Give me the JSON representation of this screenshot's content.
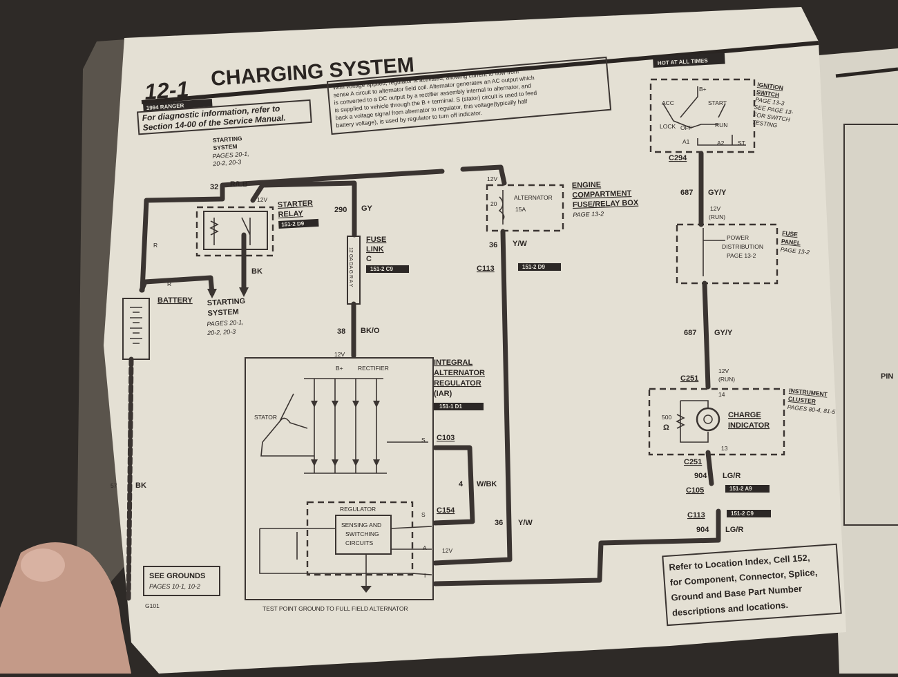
{
  "page": {
    "section_number": "12-1",
    "title": "CHARGING SYSTEM",
    "model_tag": "1994 RANGER",
    "diag_note": [
      "For diagnostic information, refer to",
      "Section 14-00 of the Service Manual."
    ],
    "description": [
      "With voltage applied, regulator is activated, allowing current to flow from",
      "sense A circuit to alternator field coil. Alternator generates an AC output which",
      "is converted to a DC output by a rectifier assembly internal to alternator, and",
      "is supplied to vehicle through the B + terminal. S (stator) circuit is used to feed",
      "back a voltage signal from alternator to regulator, this voltage(typically half",
      "battery voltage), is used by regulator to turn off indicator."
    ],
    "hot_at_all_times": "HOT AT ALL TIMES"
  },
  "components": {
    "starting_system_top": {
      "label": [
        "STARTING",
        "SYSTEM"
      ],
      "pages": [
        "PAGES 20-1,",
        "20-2, 20-3"
      ]
    },
    "starter_relay": {
      "label": [
        "STARTER",
        "RELAY"
      ],
      "tag": "151-2 D9"
    },
    "battery": {
      "label": "BATTERY"
    },
    "starting_system_bottom": {
      "label": [
        "STARTING",
        "SYSTEM"
      ],
      "pages": [
        "PAGES 20-1,",
        "20-2, 20-3"
      ]
    },
    "fuse_link": {
      "label": [
        "FUSE",
        "LINK",
        "C"
      ],
      "tag": "151-2 C9",
      "body_text": "12 GA DA G R A Y"
    },
    "alternator_fuse": {
      "num": "20",
      "name": "ALTERNATOR",
      "rating": "15A",
      "volt": "12V"
    },
    "engine_box": {
      "label": [
        "ENGINE",
        "COMPARTMENT",
        "FUSE/RELAY BOX"
      ],
      "page": "PAGE 13-2"
    },
    "iar": {
      "label": [
        "INTEGRAL",
        "ALTERNATOR",
        "REGULATOR",
        "(IAR)"
      ],
      "tag": "151-1 D1",
      "b_plus": "B+",
      "rectifier": "RECTIFIER",
      "stator": "STATOR",
      "regulator": "REGULATOR",
      "sensing": [
        "SENSING AND",
        "SWITCHING",
        "CIRCUITS"
      ],
      "pin_s1": "S",
      "pin_s2": "S",
      "pin_a": "A",
      "pin_i": "I",
      "volt_top": "12V",
      "volt_a": "12V"
    },
    "ignition_switch": {
      "label": [
        "IGNITION",
        "SWITCH"
      ],
      "page": "PAGE 13-3",
      "see": [
        "SEE PAGE 13-",
        "FOR SWITCH",
        "TESTING"
      ],
      "acc": "ACC",
      "lock": "LOCK",
      "off": "OFF",
      "run": "RUN",
      "start": "START",
      "bplus": "B+",
      "a1": "A1",
      "a2": "A2",
      "st": "ST"
    },
    "fuse_panel": {
      "label": [
        "FUSE",
        "PANEL"
      ],
      "page": "PAGE 13-2",
      "inner": [
        "POWER",
        "DISTRIBUTION",
        "PAGE 13-2"
      ],
      "volt": "12V",
      "mode": "(RUN)"
    },
    "instrument_cluster": {
      "label": [
        "INSTRUMENT",
        "CLUSTER"
      ],
      "pages": "PAGES 80-4, 81-5",
      "indicator": [
        "CHARGE",
        "INDICATOR"
      ],
      "resistor": "500",
      "ohm": "Ω",
      "pin14": "14",
      "pin13": "13",
      "volt": "12V",
      "mode": "(RUN)"
    },
    "grounds": {
      "label": "SEE GROUNDS",
      "pages": "PAGES 10-1, 10-2",
      "g": "G101"
    },
    "test_point": "TEST POINT GROUND TO FULL FIELD ALTERNATOR",
    "location_note": [
      "Refer to Location Index, Cell 152,",
      "for Component, Connector, Splice,",
      "Ground and Base Part Number",
      "descriptions and locations."
    ]
  },
  "wires": [
    {
      "num": "32",
      "color": "R/LB"
    },
    {
      "num": "",
      "color": "R"
    },
    {
      "num": "",
      "color": "R"
    },
    {
      "num": "",
      "color": "BK"
    },
    {
      "num": "290",
      "color": "GY"
    },
    {
      "num": "38",
      "color": "BK/O"
    },
    {
      "num": "57",
      "color": "BK"
    },
    {
      "num": "36",
      "color": "Y/W"
    },
    {
      "num": "4",
      "color": "W/BK"
    },
    {
      "num": "36",
      "color": "Y/W"
    },
    {
      "num": "687",
      "color": "GY/Y"
    },
    {
      "num": "687",
      "color": "GY/Y"
    },
    {
      "num": "904",
      "color": "LG/R"
    },
    {
      "num": "904",
      "color": "LG/R"
    }
  ],
  "connectors": {
    "c113a": {
      "name": "C113",
      "tag": "151-2 D9"
    },
    "c103": {
      "name": "C103"
    },
    "c154": {
      "name": "C154"
    },
    "c294": {
      "name": "C294"
    },
    "c251a": {
      "name": "C251"
    },
    "c251b": {
      "name": "C251"
    },
    "c105": {
      "name": "C105",
      "tag": "151-2 A9"
    },
    "c113b": {
      "name": "C113",
      "tag": "151-2 C9"
    }
  },
  "volts": {
    "relay": "12V",
    "alt": "12V",
    "ign": "12V",
    "run": "(RUN)"
  },
  "colors": {
    "paper": "#e4e0d4",
    "ink": "#3a3431",
    "background": "#2e2a27"
  }
}
